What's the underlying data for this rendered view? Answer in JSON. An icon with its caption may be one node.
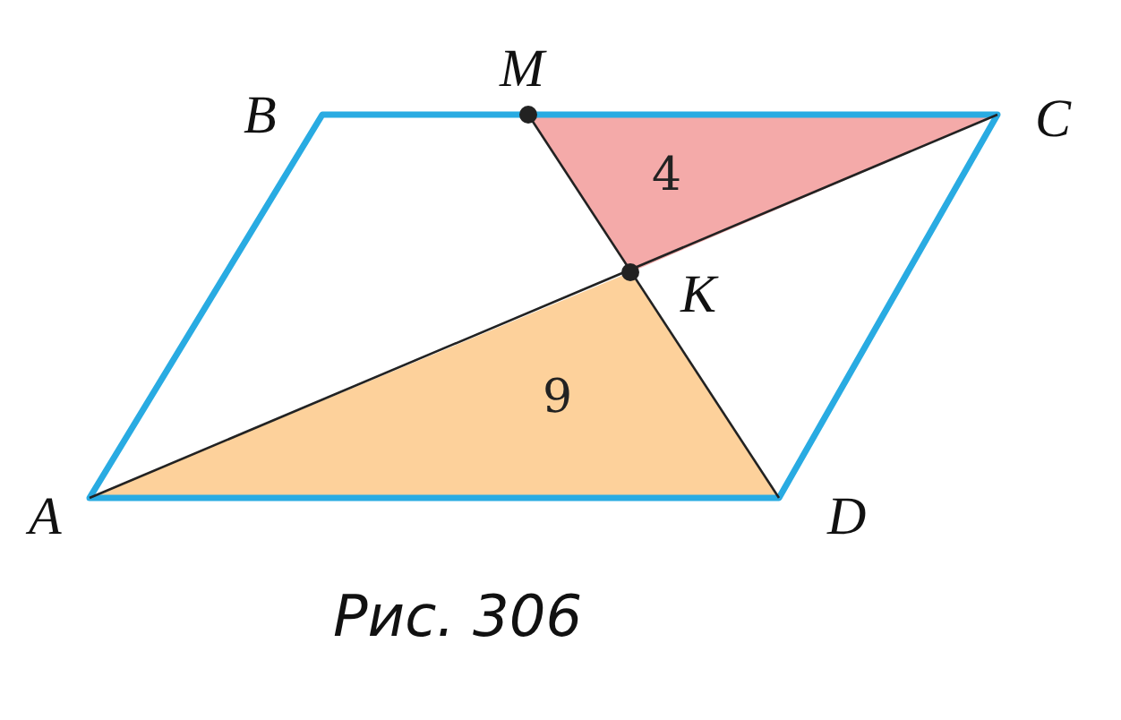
{
  "diagram": {
    "caption": "Рис. 306",
    "nodes": [
      {
        "text": [
          "4"
        ]
      },
      {
        "text": [
          "9"
        ]
      }
    ],
    "labels": [
      "B",
      "M",
      "C",
      "K",
      "A",
      "D"
    ]
  }
}
